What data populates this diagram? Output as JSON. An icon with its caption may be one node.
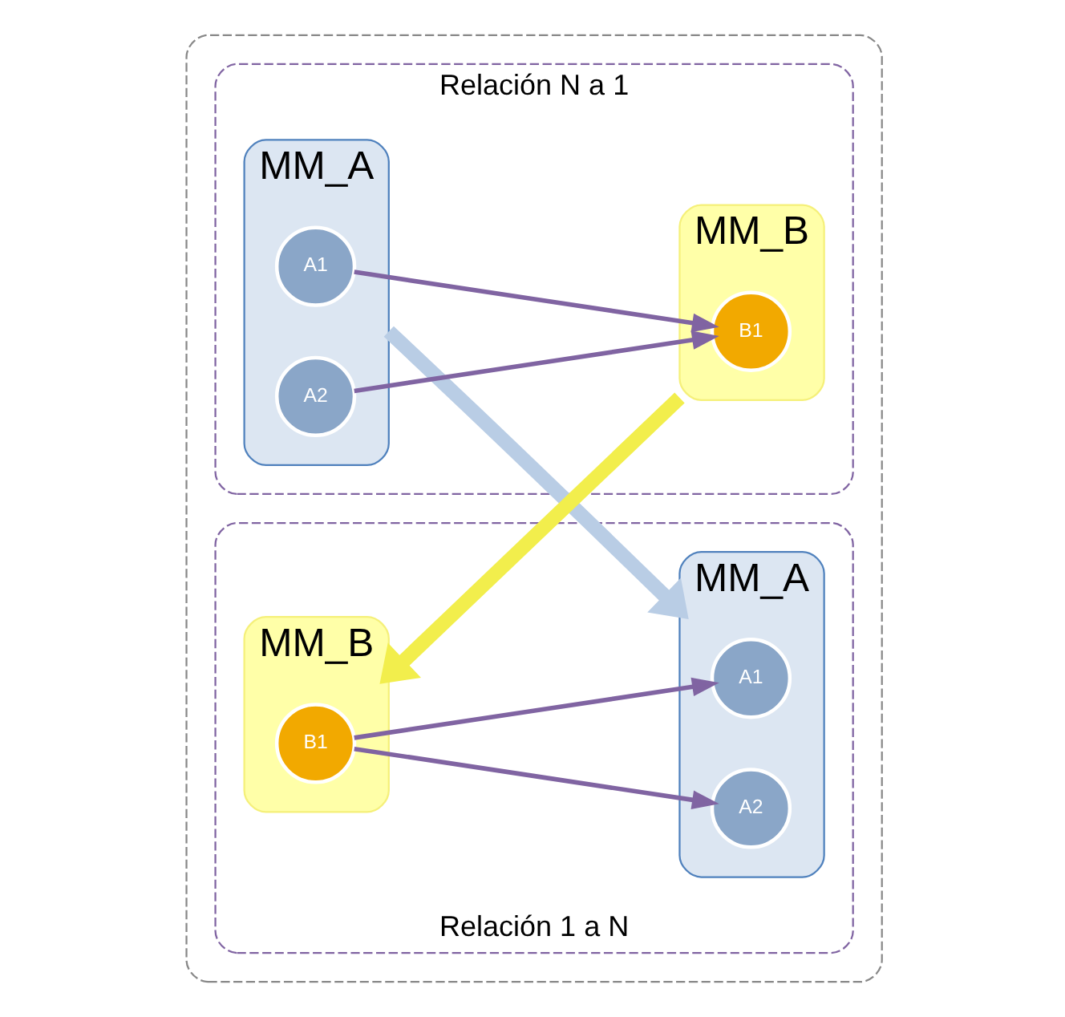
{
  "diagram": {
    "nodes": [
      {
        "text": [],
        "shape": "box"
      },
      {
        "text": [
          "Relación N a 1"
        ],
        "in": 0
      },
      {
        "text": [
          "MM_A"
        ],
        "in": 1
      },
      {
        "text": [
          "A1"
        ],
        "in": 2
      },
      {
        "text": [
          "A2"
        ],
        "in": 2
      },
      {
        "text": [
          "MM_B"
        ],
        "in": 1
      },
      {
        "text": [
          "B1"
        ],
        "in": 5
      },
      {
        "text": [
          "Relación 1 a N"
        ],
        "in": 0
      },
      {
        "text": [
          "MM_B"
        ],
        "in": 7
      },
      {
        "text": [
          "B1"
        ],
        "in": 8
      },
      {
        "text": [
          "MM_A"
        ],
        "in": 7
      },
      {
        "text": [
          "A1"
        ],
        "in": 10
      },
      {
        "text": [
          "A2"
        ],
        "in": 10
      }
    ],
    "edges": [
      {
        "from": 3,
        "to": 6,
        "arrow": "to"
      },
      {
        "from": 4,
        "to": 6,
        "arrow": "to"
      },
      {
        "from": 5,
        "to": 8,
        "arrow": "to",
        "style": "thick",
        "color": "#f2ee4c"
      },
      {
        "from": 2,
        "to": 10,
        "arrow": "to",
        "style": "thick",
        "color": "#b9cde5"
      },
      {
        "from": 9,
        "to": 11,
        "arrow": "to"
      },
      {
        "from": 9,
        "to": 12,
        "arrow": "to"
      }
    ]
  }
}
